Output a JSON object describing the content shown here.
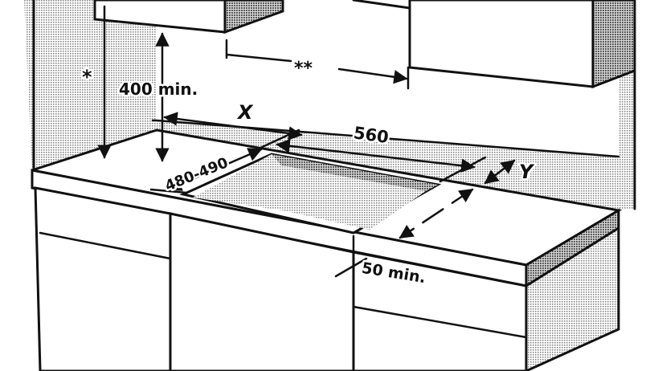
{
  "labels": {
    "star": "*",
    "double_star": "**",
    "min_height": "400 min.",
    "x": "X",
    "width": "560",
    "depth": "480-490",
    "y": "Y",
    "front_min": "50 min."
  },
  "colors": {
    "line": "#111111",
    "hatch": "#8a8a8a",
    "background": "#ffffff"
  }
}
